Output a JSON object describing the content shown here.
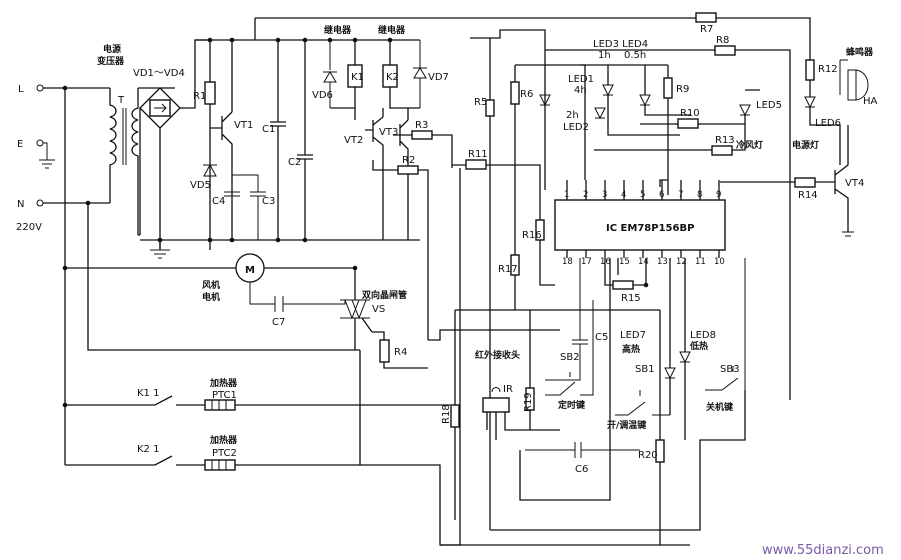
{
  "labels": {
    "terminal_l": "L",
    "terminal_e": "E",
    "terminal_n": "N",
    "mains_voltage": "220V",
    "power_transformer": "电源变压器",
    "transformer_t": "T",
    "vd1_vd4": "VD1～VD4",
    "vd5": "VD5",
    "vd6": "VD6",
    "vd7": "VD7",
    "r1": "R1",
    "vt1": "VT1",
    "c1": "C1",
    "c2": "C2",
    "c3": "C3",
    "c4": "C4",
    "relay1_title": "继电器",
    "relay2_title": "继电器",
    "k1": "K1",
    "k2": "K2",
    "vt2": "VT2",
    "vt3": "VT3",
    "r2": "R2",
    "r3": "R3",
    "r4": "R4",
    "r5": "R5",
    "r6": "R6",
    "r7": "R7",
    "r8": "R8",
    "r9": "R9",
    "r10": "R10",
    "r11": "R11",
    "r12": "R12",
    "r13": "R13",
    "r14": "R14",
    "r15": "R15",
    "r16": "R16",
    "r17": "R17",
    "r18": "R18",
    "r19": "R19",
    "r20": "R20",
    "c5": "C5",
    "c6": "C6",
    "c7": "C7",
    "motor_m": "M",
    "fan_motor": "风机电机",
    "triac": "双向晶闸管",
    "vs": "VS",
    "k1_1": "K1 1",
    "k2_1": "K2 1",
    "heater1": "加热器",
    "ptc1": "PTC1",
    "heater2": "加热器",
    "ptc2": "PTC2",
    "ic": "IC  EM78P156BP",
    "led1": "LED1",
    "led1_time": "4h",
    "led2": "LED2",
    "led2_time": "2h",
    "led3_led4": "LED3 LED4",
    "led3_time": "1h",
    "led4_time": "0.5h",
    "led5": "LED5",
    "cold_air_led": "冷风灯",
    "led6": "LED6",
    "power_led": "电源灯",
    "buzzer": "蜂鸣器",
    "ha": "HA",
    "vt4": "VT4",
    "ir_receiver": "红外接收头",
    "ir": "IR",
    "sb2": "SB2",
    "timer_key": "定时键",
    "led7": "LED7",
    "high_heat": "高热",
    "led8": "LED8",
    "low_heat": "低热",
    "sb1": "SB1",
    "sb3": "SB3",
    "onoff_adjust_key": "开/调温键",
    "off_key": "关机键",
    "watermark": "www.55dianzi.com"
  },
  "ic_pins_top": [
    "1",
    "2",
    "3",
    "4",
    "5",
    "6",
    "7",
    "8",
    "9"
  ],
  "ic_pins_bottom": [
    "18",
    "17",
    "16",
    "15",
    "14",
    "13",
    "12",
    "11",
    "10"
  ]
}
